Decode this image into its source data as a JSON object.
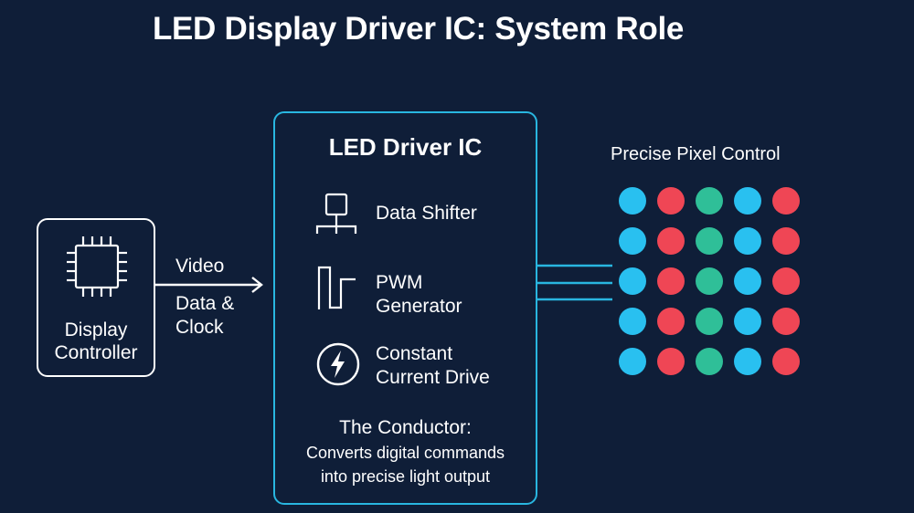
{
  "title": "LED Display Driver IC: System Role",
  "controller": {
    "icon": "chip-icon",
    "label_line1": "Display",
    "label_line2": "Controller"
  },
  "connection": {
    "label_line1": "Video",
    "label_line2": "Data &",
    "label_line3": "Clock"
  },
  "driver": {
    "heading": "LED Driver IC",
    "features": [
      {
        "icon": "data-shifter-icon",
        "line1": "Data Shifter",
        "line2": ""
      },
      {
        "icon": "pwm-waveform-icon",
        "line1": "PWM",
        "line2": "Generator"
      },
      {
        "icon": "lightning-bolt-icon",
        "line1": "Constant",
        "line2": "Current Drive"
      }
    ],
    "conductor_heading": "The Conductor:",
    "conductor_line1": "Converts digital commands",
    "conductor_line2": "into precise light output"
  },
  "pixels": {
    "title": "Precise Pixel Control",
    "colors": {
      "blue": "#29c0f0",
      "red": "#ef4655",
      "green": "#2fbf98"
    },
    "rows": [
      [
        "blue",
        "red",
        "green",
        "blue",
        "red"
      ],
      [
        "blue",
        "red",
        "green",
        "blue",
        "red"
      ],
      [
        "blue",
        "red",
        "green",
        "blue",
        "red"
      ],
      [
        "blue",
        "red",
        "green",
        "blue",
        "red"
      ],
      [
        "blue",
        "red",
        "green",
        "blue",
        "red"
      ]
    ]
  },
  "colors": {
    "background": "#0f1e38",
    "accent": "#29b6e0",
    "text": "#ffffff"
  }
}
